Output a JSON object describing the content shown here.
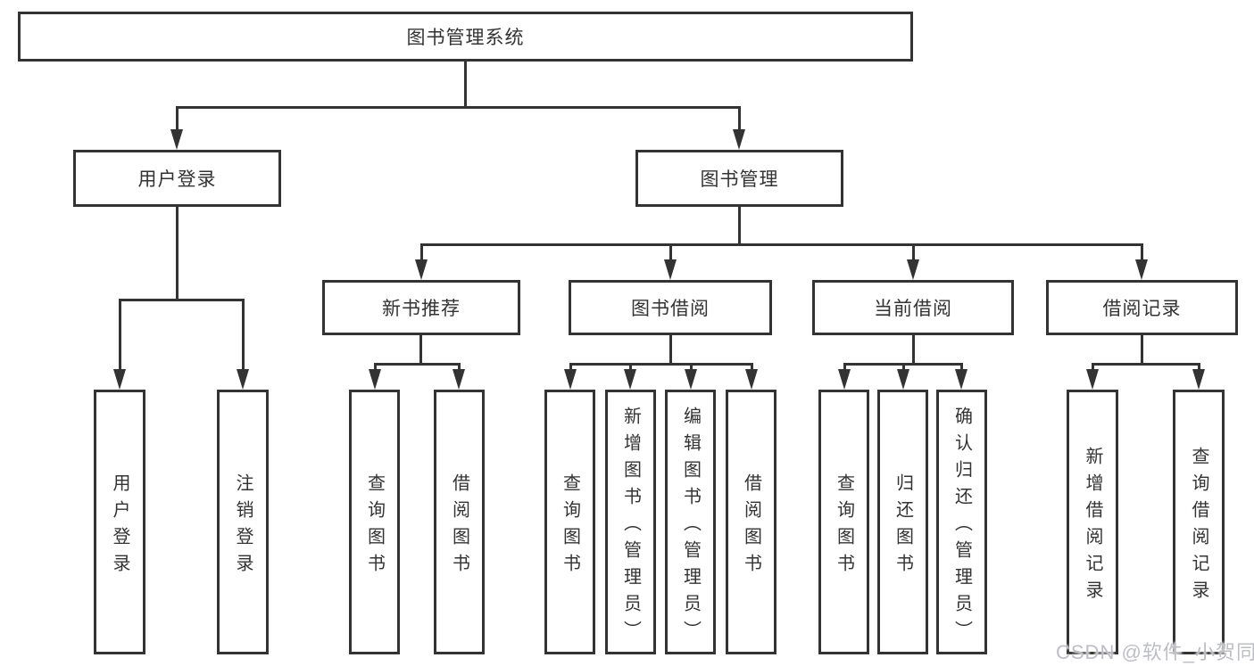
{
  "tree": {
    "root": "图书管理系统",
    "branches": [
      {
        "label": "用户登录",
        "children": [
          "用户登录",
          "注销登录"
        ]
      },
      {
        "label": "图书管理",
        "children": [
          {
            "label": "新书推荐",
            "children": [
              "查询图书",
              "借阅图书"
            ]
          },
          {
            "label": "图书借阅",
            "children": [
              "查询图书",
              "新增图书（管理员）",
              "编辑图书（管理员）",
              "借阅图书"
            ]
          },
          {
            "label": "当前借阅",
            "children": [
              "查询图书",
              "归还图书",
              "确认归还（管理员）"
            ]
          },
          {
            "label": "借阅记录",
            "children": [
              "新增借阅记录",
              "查询借阅记录"
            ]
          }
        ]
      }
    ]
  },
  "watermark": "CSDN @软件_小贺同学",
  "colors": {
    "line": "#333333",
    "text": "#333333",
    "watermark": "#bcbec3",
    "background": "#ffffff"
  }
}
